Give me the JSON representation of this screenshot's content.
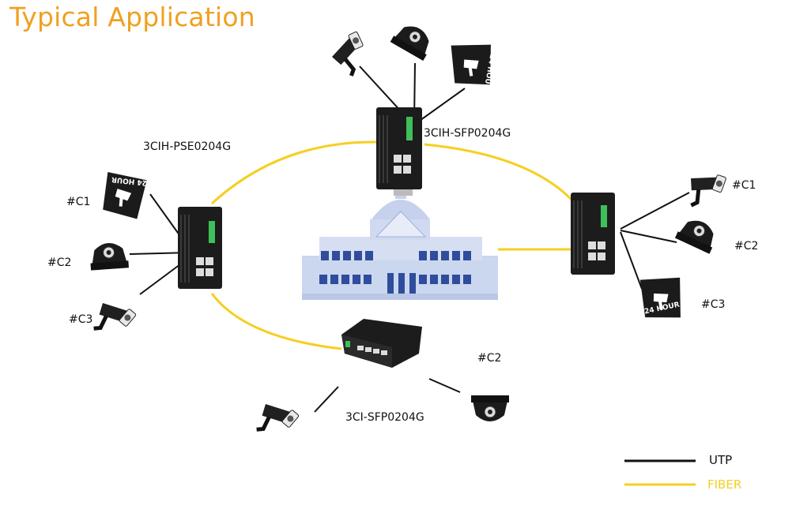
{
  "title": "Typical Application",
  "colors": {
    "title": "#f0a020",
    "fiber": "#f5cf22",
    "utp": "#111111",
    "building": "#b9c7e6"
  },
  "devices": {
    "top": "3CIH-SFP0204G",
    "left": "3CIH-PSE0204G",
    "bottom": "3CI-SFP0204G"
  },
  "cameras": {
    "left_c1": "#C1",
    "left_c2": "#C2",
    "left_c3": "#C3",
    "right_c1": "#C1",
    "right_c2": "#C2",
    "right_c3": "#C3",
    "bottom_c2": "#C2"
  },
  "badge_text": "24 HOUR",
  "legend": {
    "utp": "UTP",
    "fiber": "FIBER"
  }
}
